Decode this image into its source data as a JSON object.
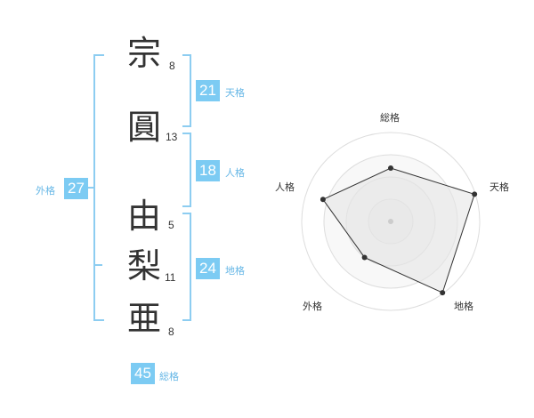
{
  "characters": [
    {
      "char": "宗",
      "strokes": "8"
    },
    {
      "char": "圓",
      "strokes": "13"
    },
    {
      "char": "由",
      "strokes": "5"
    },
    {
      "char": "梨",
      "strokes": "11"
    },
    {
      "char": "亜",
      "strokes": "8"
    }
  ],
  "fortunes": {
    "tenkaku": {
      "value": "21",
      "label": "天格"
    },
    "jinkaku": {
      "value": "18",
      "label": "人格"
    },
    "chikaku": {
      "value": "24",
      "label": "地格"
    },
    "gaikaku": {
      "value": "27",
      "label": "外格"
    },
    "soukaku": {
      "value": "45",
      "label": "総格"
    }
  },
  "colors": {
    "accent": "#7ccbf3",
    "bracket": "#8dcdf1",
    "label": "#66b7e6"
  },
  "chart_data": {
    "type": "radar",
    "axes": [
      "総格",
      "天格",
      "地格",
      "外格",
      "人格"
    ],
    "values": [
      0.6,
      0.99,
      0.99,
      0.5,
      0.8
    ],
    "rings": 4
  }
}
